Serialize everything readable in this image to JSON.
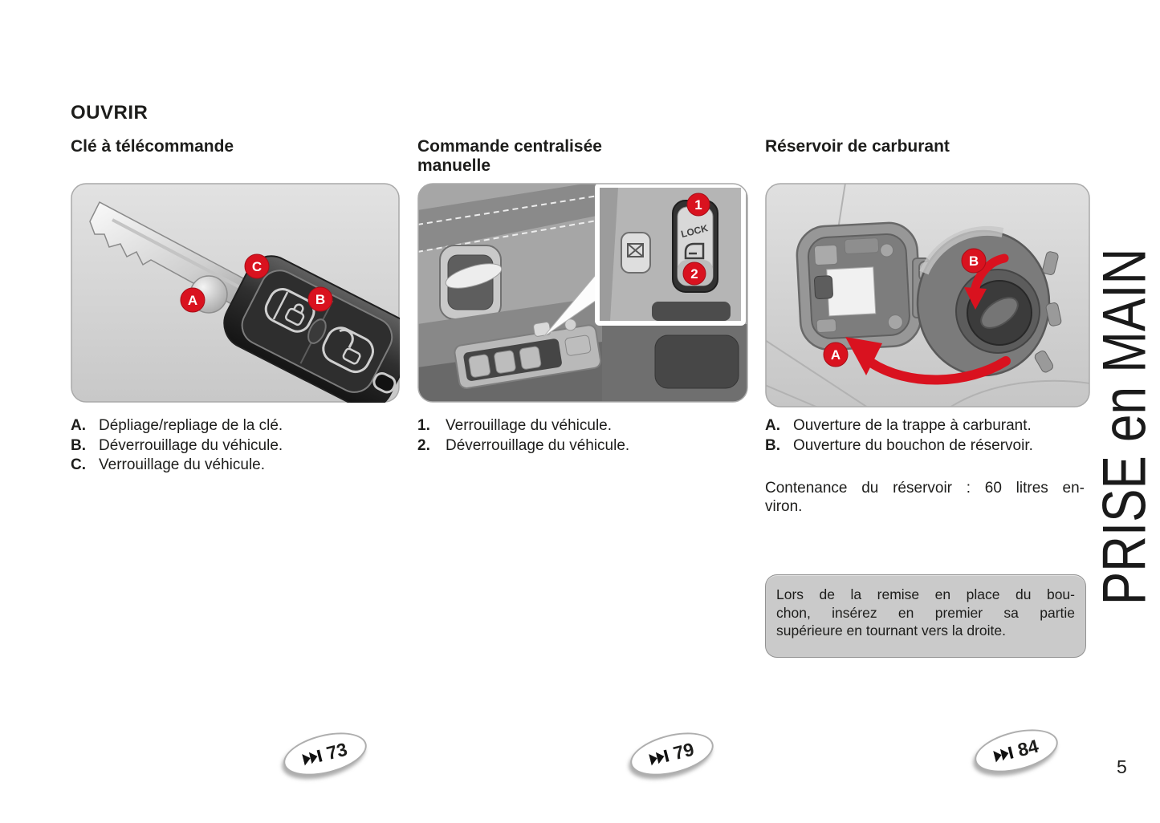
{
  "page": {
    "title": "OUVRIR",
    "number": "5",
    "sidebar_label": "PRISE en MAIN"
  },
  "accent_color": "#d9121f",
  "columns": {
    "key": {
      "heading": "Clé à télécommande",
      "badges": {
        "a": "A",
        "b": "B",
        "c": "C"
      },
      "items": [
        {
          "label": "A.",
          "text": "Dépliage/repliage de la clé."
        },
        {
          "label": "B.",
          "text": "Déverrouillage du véhicule."
        },
        {
          "label": "C.",
          "text": "Verrouillage du véhicule."
        }
      ],
      "page_ref": "73"
    },
    "locking": {
      "heading_lines": [
        "Commande centralisée",
        "manuelle"
      ],
      "badges": {
        "n1": "1",
        "n2": "2"
      },
      "lock_button_text": "LOCK",
      "items": [
        {
          "label": "1.",
          "text": "Verrouillage du véhicule."
        },
        {
          "label": "2.",
          "text": "Déverrouillage du véhicule."
        }
      ],
      "page_ref": "79"
    },
    "fuel": {
      "heading": "Réservoir de carburant",
      "badges": {
        "a": "A",
        "b": "B"
      },
      "items": [
        {
          "label": "A.",
          "text": "Ouverture de la trappe à carburant."
        },
        {
          "label": "B.",
          "text": "Ouverture du bouchon de réservoir."
        }
      ],
      "capacity_lines": [
        "Contenance du réservoir : 60 litres en-",
        "viron."
      ],
      "note_lines": [
        "Lors de la remise en place du bou-",
        "chon, insérez en premier sa partie",
        "supérieure en tournant vers la droite."
      ],
      "page_ref": "84"
    }
  }
}
